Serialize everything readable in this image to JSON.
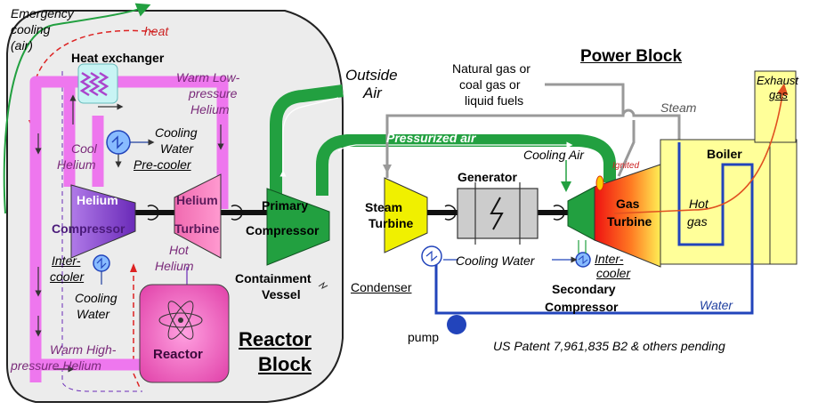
{
  "labels": {
    "emergency_1": "Emergency",
    "emergency_2": "cooling",
    "emergency_3": "(air)",
    "heat": "heat",
    "heat_exchanger": "Heat exchanger",
    "warm_low_1": "Warm Low-",
    "warm_low_2": "pressure",
    "warm_low_3": "Helium",
    "cooling_water_a1": "Cooling",
    "cooling_water_a2": "Water",
    "pre_cooler": "Pre-cooler",
    "cool_helium_1": "Cool",
    "cool_helium_2": "Helium",
    "helium_compressor_1": "Helium",
    "helium_compressor_2": "Compressor",
    "helium_turbine_1": "Helium",
    "helium_turbine_2": "Turbine",
    "hot_helium_1": "Hot",
    "hot_helium_2": "Helium",
    "intercooler_l1": "Inter-",
    "intercooler_l2": "cooler",
    "cooling_water_b1": "Cooling",
    "cooling_water_b2": "Water",
    "reactor": "Reactor",
    "warm_high_1": "Warm High-",
    "warm_high_2": "pressure Helium",
    "reactor_block_1": "Reactor",
    "reactor_block_2": "Block",
    "containment_1": "Containment",
    "containment_2": "Vessel",
    "primary_1": "Primary",
    "primary_2": "Compressor",
    "outside_air_1": "Outside",
    "outside_air_2": "Air",
    "power_block": "Power Block",
    "fuels_1": "Natural gas  or",
    "fuels_2": "coal gas  or",
    "fuels_3": "liquid fuels",
    "steam": "Steam",
    "pressurized_air": "Pressurized air",
    "cooling_air": "Cooling Air",
    "ignited": "Ignited",
    "generator": "Generator",
    "steam_turbine_1": "Steam",
    "steam_turbine_2": "Turbine",
    "gas_turbine_1": "Gas",
    "gas_turbine_2": "Turbine",
    "boiler": "Boiler",
    "hot_gas_1": "Hot",
    "hot_gas_2": "gas",
    "exhaust_1": "Exhaust",
    "exhaust_2": "gas",
    "cooling_water_c": "Cooling Water",
    "intercooler_r1": "Inter-",
    "intercooler_r2": "cooler",
    "condenser": "Condenser",
    "secondary_1": "Secondary",
    "secondary_2": "Compressor",
    "water": "Water",
    "pump": "pump",
    "patent": "US Patent 7,961,835 B2 & others pending"
  },
  "colors": {
    "helium_pipe": "#ee66ee",
    "air_pipe": "#22a040",
    "water_pipe": "#2244bb",
    "compressor": "#8844cc",
    "turbine": "#e0509a",
    "reactor": "#e050b0",
    "steam_turbine": "#f0f000",
    "boiler": "#ffff99",
    "gas_turbine": "#ee2222",
    "containment": "#ececec"
  }
}
